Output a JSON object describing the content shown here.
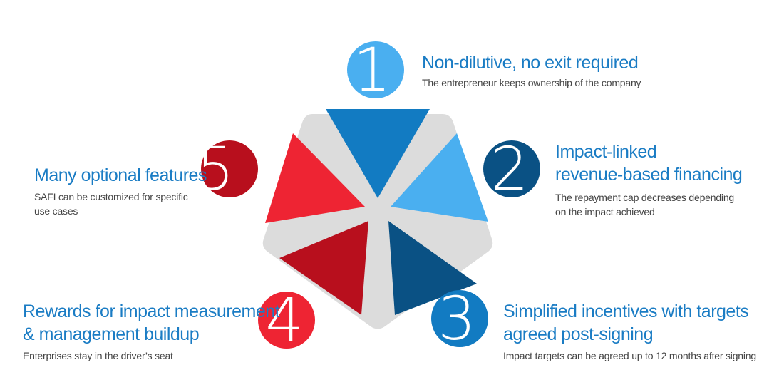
{
  "colors": {
    "light_blue": "#4aaff0",
    "mid_blue": "#127bc2",
    "dark_blue": "#0a5184",
    "bright_red": "#ee2433",
    "dark_red": "#b80f1d",
    "grey": "#dcdcdc",
    "title_blue": "#1a7cc4",
    "text_grey": "#444444"
  },
  "items": [
    {
      "number": "1",
      "title_lines": [
        "Non-dilutive, no exit required"
      ],
      "description_lines": [
        "The entrepreneur keeps ownership of the company"
      ]
    },
    {
      "number": "2",
      "title_lines": [
        "Impact-linked",
        "revenue-based financing"
      ],
      "description_lines": [
        "The repayment cap decreases depending",
        "on the impact achieved"
      ]
    },
    {
      "number": "3",
      "title_lines": [
        "Simplified incentives with targets",
        "agreed post-signing"
      ],
      "description_lines": [
        "Impact targets can be agreed up to 12 months after signing"
      ]
    },
    {
      "number": "4",
      "title_lines": [
        "Rewards for impact measurement",
        "& management buildup"
      ],
      "description_lines": [
        "Enterprises stay in the driver’s seat"
      ]
    },
    {
      "number": "5",
      "title_lines": [
        "Many optional features"
      ],
      "description_lines": [
        "SAFI can be customized for specific",
        "use cases"
      ]
    }
  ]
}
